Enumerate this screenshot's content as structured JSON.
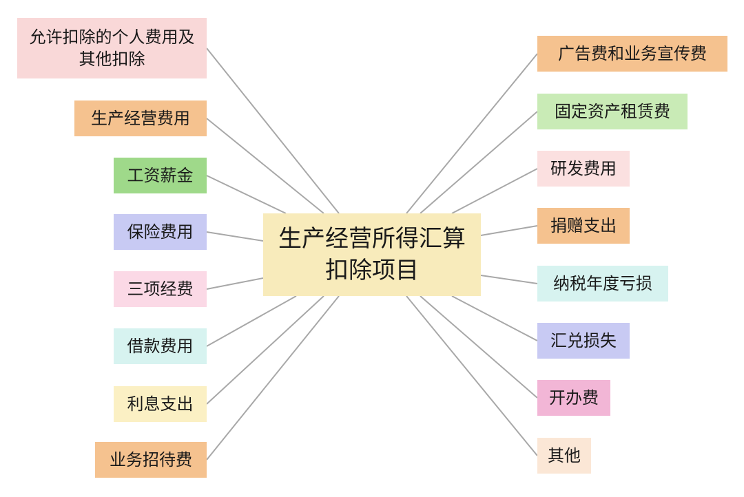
{
  "center": "生产经营所得汇算扣除项目",
  "left_items": [
    {
      "label": "允许扣除的个人费用及其他扣除",
      "color": "#f9d8d8"
    },
    {
      "label": "生产经营费用",
      "color": "#f5c28f"
    },
    {
      "label": "工资薪金",
      "color": "#9fd98a"
    },
    {
      "label": "保险费用",
      "color": "#c8caf3"
    },
    {
      "label": "三项经费",
      "color": "#fbd9e6"
    },
    {
      "label": "借款费用",
      "color": "#d7f3f0"
    },
    {
      "label": "利息支出",
      "color": "#fbf0c4"
    },
    {
      "label": "业务招待费",
      "color": "#f5c28f"
    }
  ],
  "right_items": [
    {
      "label": "广告费和业务宣传费",
      "color": "#f5c28f"
    },
    {
      "label": "固定资产租赁费",
      "color": "#c9ebb6"
    },
    {
      "label": "研发费用",
      "color": "#fbe0e0"
    },
    {
      "label": "捐赠支出",
      "color": "#f5c28f"
    },
    {
      "label": "纳税年度亏损",
      "color": "#d7f3f0"
    },
    {
      "label": "汇兑损失",
      "color": "#c8caf3"
    },
    {
      "label": "开办费",
      "color": "#f2b6d6"
    },
    {
      "label": "其他",
      "color": "#fbe7d6"
    }
  ]
}
